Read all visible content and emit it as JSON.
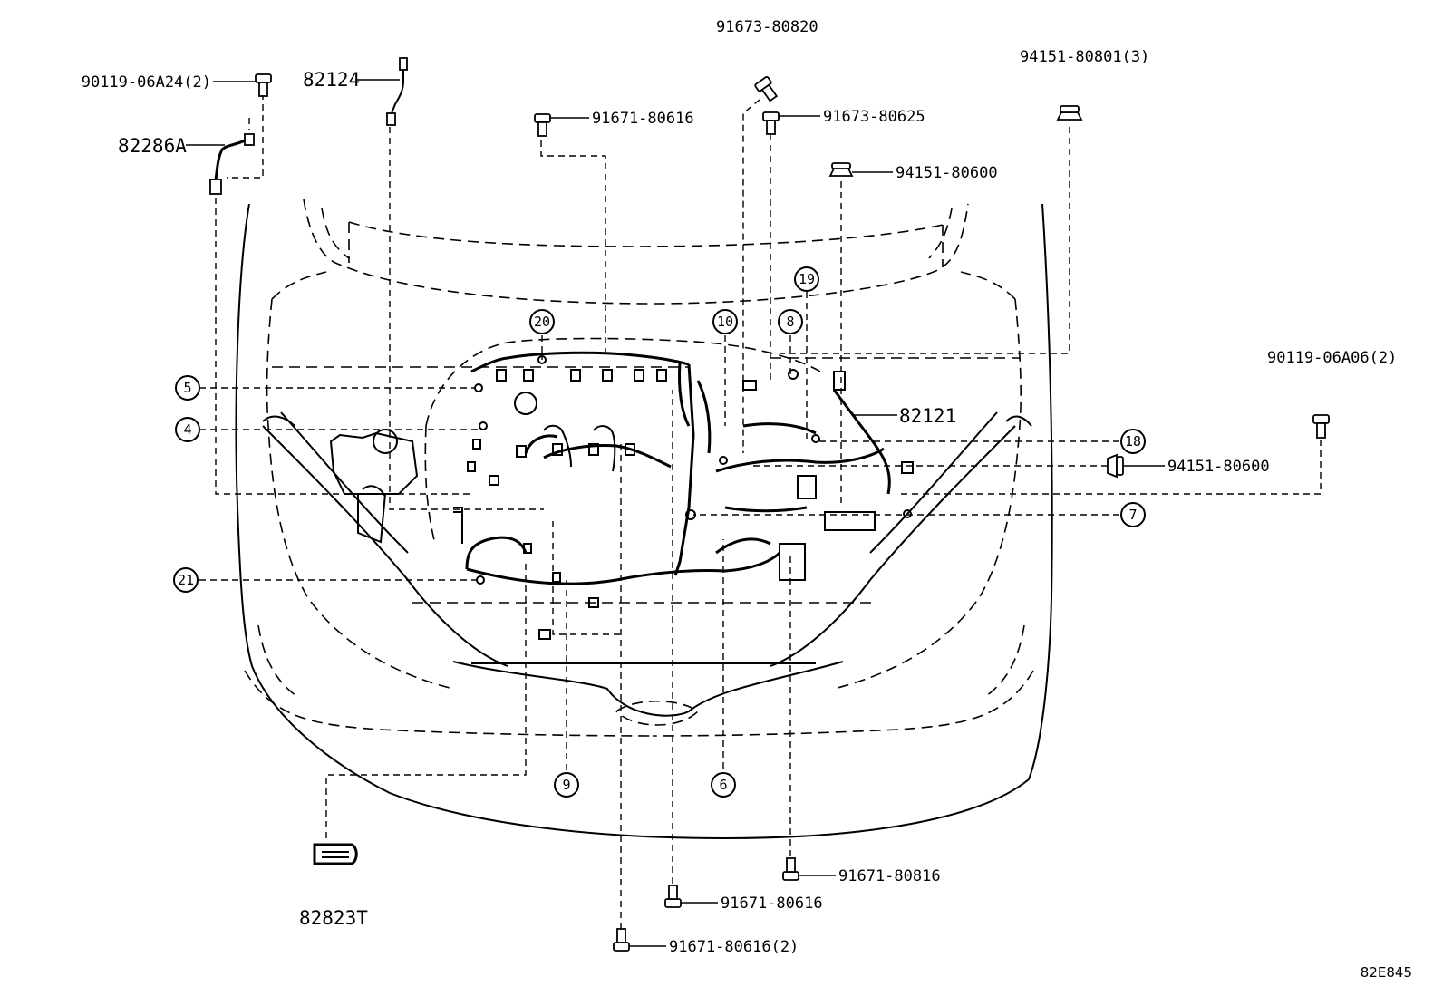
{
  "diagram": {
    "illustration_code": "82E845",
    "part_labels": {
      "bolt_90119_06A24": "90119-06A24(2)",
      "harness_82124": "82124",
      "harness_82286A": "82286A",
      "bolt_91671_80616_top": "91671-80616",
      "screw_91673_80820": "91673-80820",
      "bolt_91673_80625": "91673-80625",
      "nut_94151_80600_top": "94151-80600",
      "nut_94151_80801": "94151-80801(3)",
      "bolt_90119_06A06": "90119-06A06(2)",
      "harness_82121": "82121",
      "nut_94151_80600_right": "94151-80600",
      "clip_82823T": "82823T",
      "bolt_91671_80816": "91671-80816",
      "bolt_91671_80616_mid": "91671-80616",
      "bolt_91671_80616_bottom": "91671-80616(2)"
    },
    "callouts": [
      "20",
      "10",
      "8",
      "19",
      "5",
      "4",
      "18",
      "7",
      "21",
      "9",
      "6"
    ]
  }
}
